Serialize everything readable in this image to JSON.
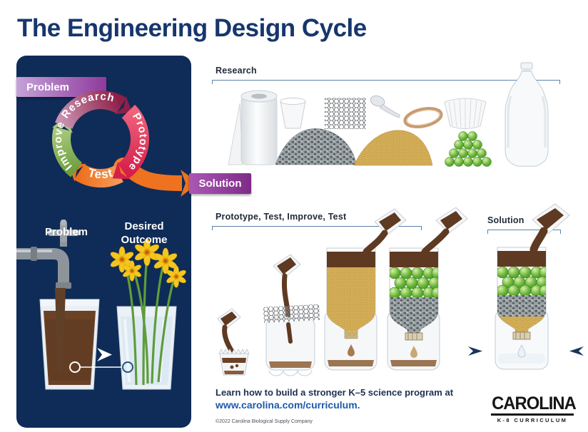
{
  "title": "The Engineering Design Cycle",
  "cycle": {
    "problem": "Problem",
    "solution": "Solution",
    "research": "Research",
    "prototype": "Prototype",
    "test": "Test",
    "improve": "Improve"
  },
  "story": {
    "problem_caption": "Problem",
    "desired_outcome_caption": "Desired Outcome"
  },
  "sections": {
    "research": {
      "heading": "Research",
      "materials": [
        "paper-towel-roll",
        "plastic-cup",
        "wire-mesh-screen",
        "gravel",
        "spoon",
        "sand",
        "rubber-band",
        "coffee-filter",
        "marbles",
        "two-liter-bottle"
      ]
    },
    "prototype": {
      "heading": "Prototype, Test, Improve, Test"
    },
    "solution": {
      "heading": "Solution"
    }
  },
  "footer": {
    "line1": "Learn how to build a stronger K–5 science program at",
    "link": "www.carolina.com/curriculum.",
    "copyright": "©2022 Carolina Biological Supply Company"
  },
  "logo": {
    "brand": "CAROLINA",
    "tagline": "K-8 CURRICULUM"
  },
  "colors": {
    "panel_navy": "#0E2C57",
    "title_navy": "#17366D",
    "problem_purple": "#8F3A9C",
    "solution_purple": "#7E2B88",
    "research_maroon": "#8E1F47",
    "prototype_crimson": "#D61F4B",
    "test_orange": "#EE7220",
    "improve_green": "#7CAF4B",
    "link_blue": "#1D5AA8",
    "bracket_blue": "#5B82A8",
    "dirty_water_brown": "#5E3A22",
    "sand_tan": "#DBB65F",
    "gravel_gray": "#9AA2A5",
    "marble_green": "#68B437"
  }
}
